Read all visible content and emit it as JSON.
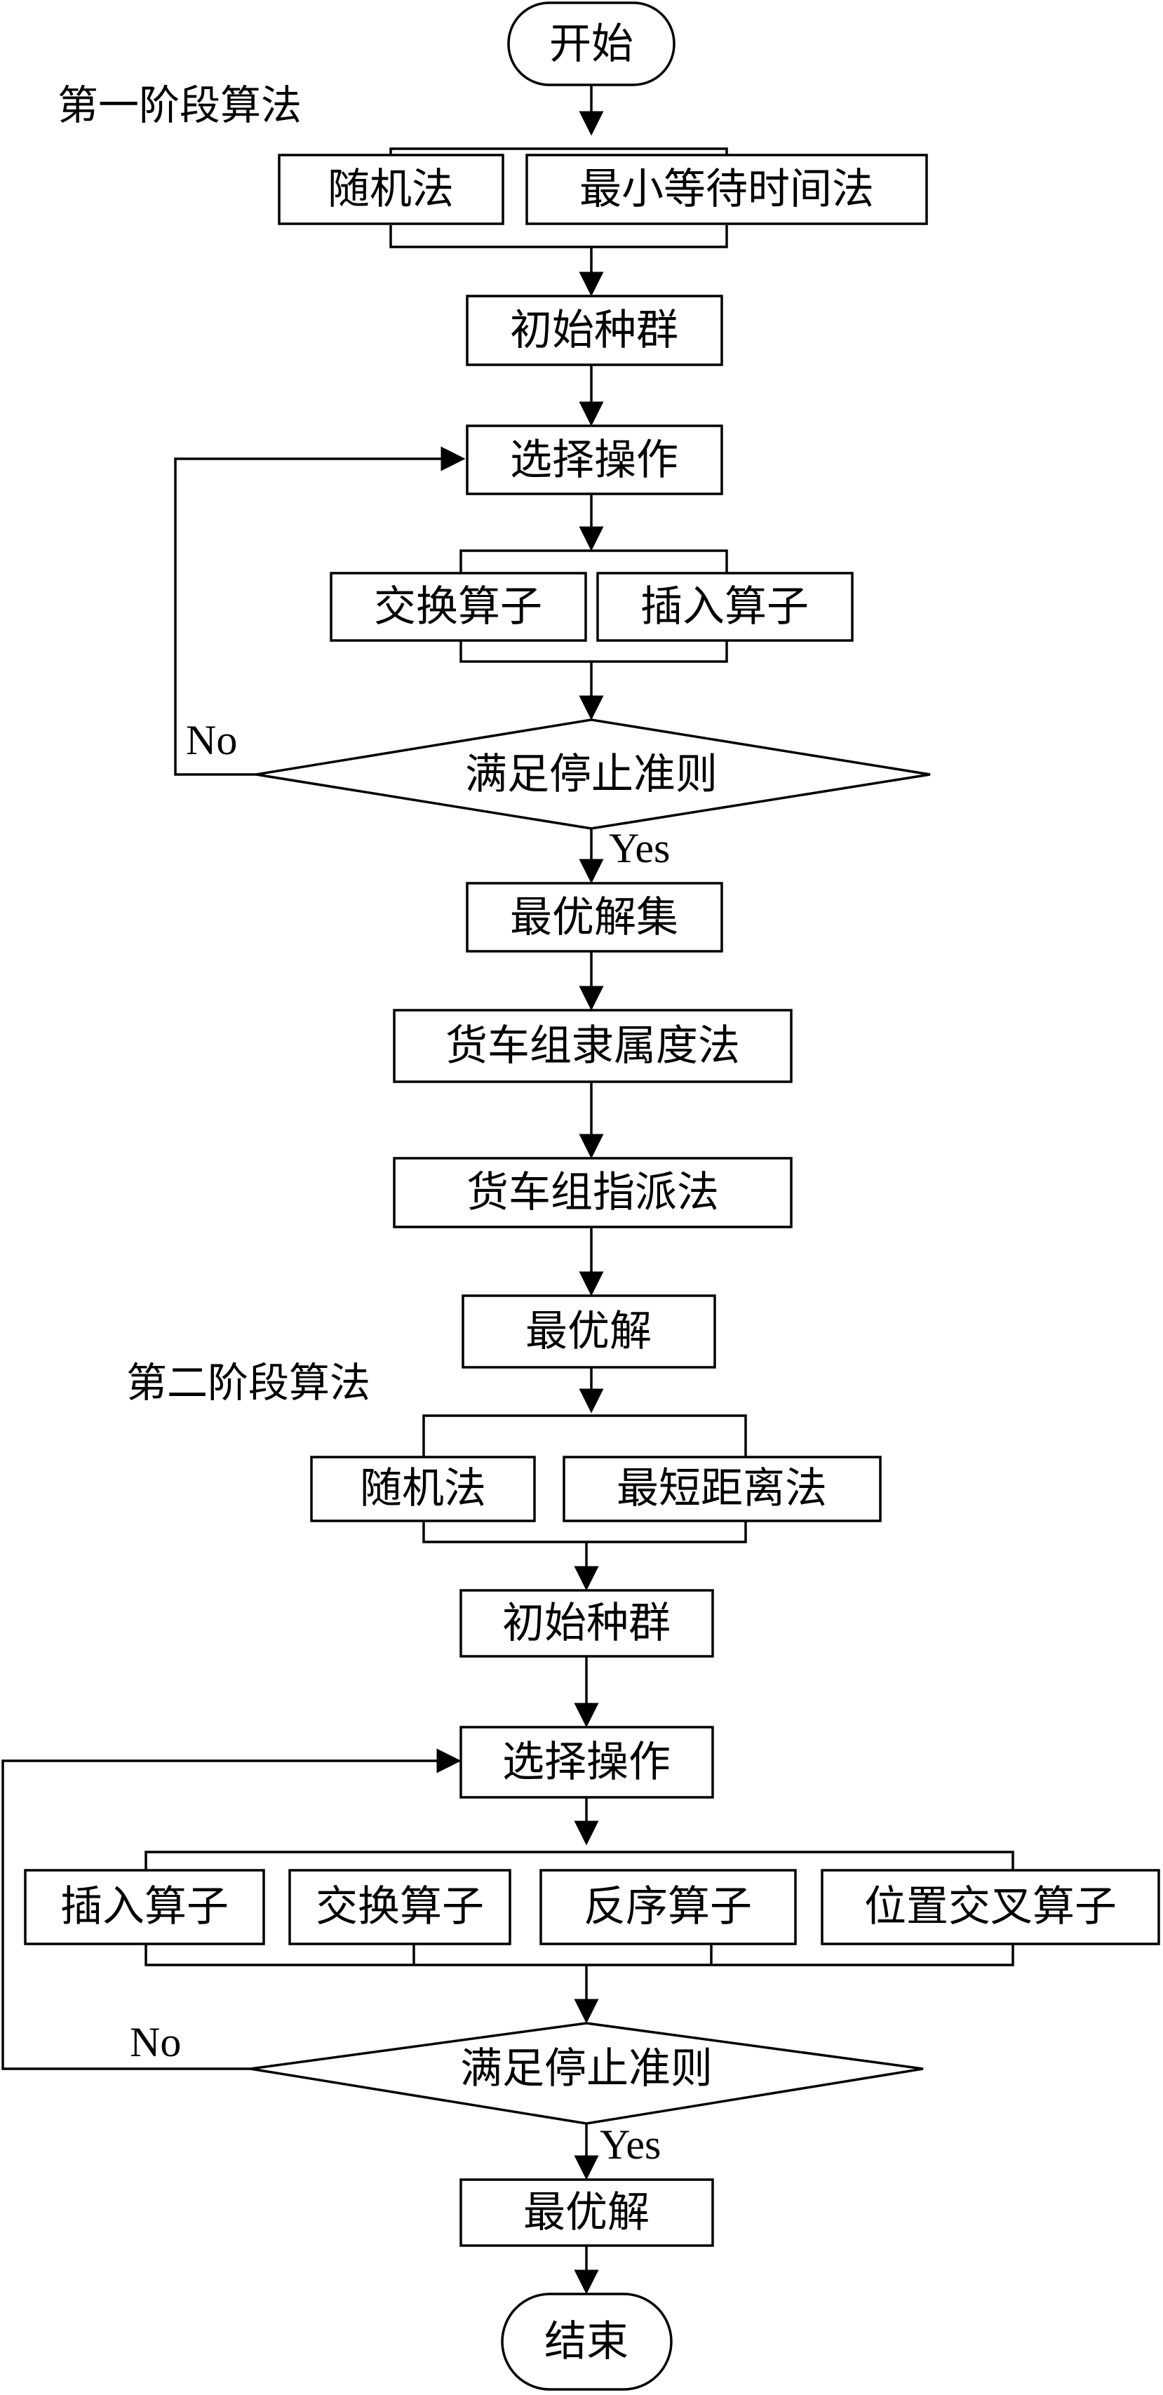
{
  "start": "开始",
  "stage1": {
    "title": "第一阶段算法",
    "init_methods": [
      "随机法",
      "最小等待时间法"
    ],
    "population": "初始种群",
    "select": "选择操作",
    "operators": [
      "交换算子",
      "插入算子"
    ],
    "stop": "满足停止准则",
    "no": "No",
    "yes": "Yes",
    "result": "最优解集"
  },
  "mid": {
    "membership": "货车组隶属度法",
    "dispatch": "货车组指派法",
    "best": "最优解"
  },
  "stage2": {
    "title": "第二阶段算法",
    "init_methods": [
      "随机法",
      "最短距离法"
    ],
    "population": "初始种群",
    "select": "选择操作",
    "operators": [
      "插入算子",
      "交换算子",
      "反序算子",
      "位置交叉算子"
    ],
    "stop": "满足停止准则",
    "no": "No",
    "yes": "Yes",
    "result": "最优解"
  },
  "end": "结束"
}
